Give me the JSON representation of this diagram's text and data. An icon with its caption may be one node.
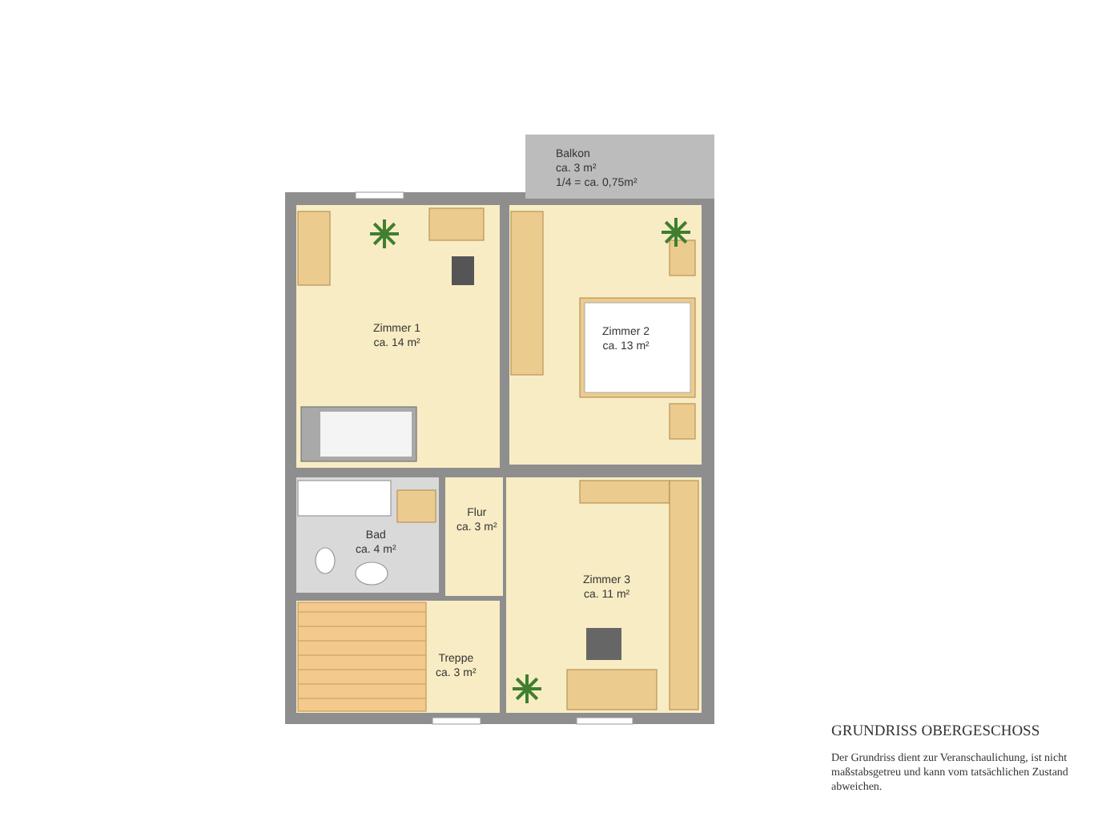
{
  "diagram": {
    "title": "GRUNDRISS OBERGESCHOSS",
    "caption": "Der Grundriss dient zur Veranschaulichung, ist nicht maßstabsgetreu und kann vom tatsächlichen Zustand abweichen.",
    "nodes": [
      {
        "text": [
          "Balkon",
          "ca. 3 m²",
          "1/4 = ca. 0,75m²"
        ]
      },
      {
        "text": [
          "Zimmer 1",
          "ca. 14 m²"
        ]
      },
      {
        "text": [
          "Zimmer 2",
          "ca. 13 m²"
        ]
      },
      {
        "text": [
          "Bad",
          "ca. 4 m²"
        ]
      },
      {
        "text": [
          "Flur",
          "ca. 3 m²"
        ]
      },
      {
        "text": [
          "Zimmer 3",
          "ca. 11 m²"
        ]
      },
      {
        "text": [
          "Treppe",
          "ca. 3 m²"
        ]
      }
    ]
  }
}
